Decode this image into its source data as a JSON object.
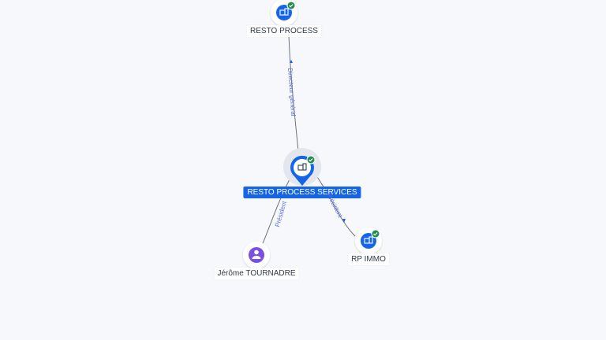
{
  "nodes": {
    "top": {
      "label": "RESTO PROCESS",
      "icon": "company-icon",
      "verified": true
    },
    "center": {
      "label": "RESTO PROCESS SERVICES",
      "icon": "company-icon",
      "verified": true
    },
    "right": {
      "label": "RP IMMO",
      "icon": "company-icon",
      "verified": true
    },
    "left": {
      "label": "Jérôme TOURNADRE",
      "icon": "person-icon"
    }
  },
  "edges": {
    "top_center": {
      "label": "Directeur général"
    },
    "center_left": {
      "label": "Président"
    },
    "center_right": {
      "label": "Président"
    }
  },
  "colors": {
    "brand_blue": "#1565e6",
    "verified_green": "#1e8e4e",
    "person_purple": "#7b4fe0",
    "edge_gray": "#6b7280",
    "edge_label": "#5b6fd6"
  }
}
